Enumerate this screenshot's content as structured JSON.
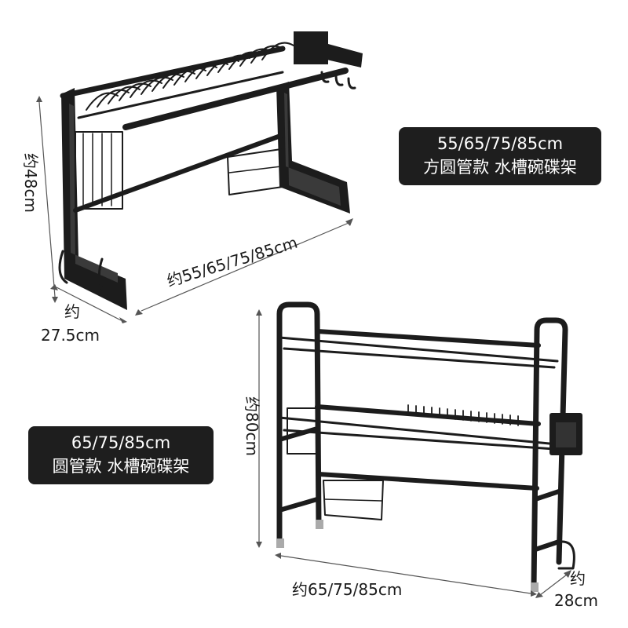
{
  "product_a": {
    "label_line1": "55/65/75/85cm",
    "label_line2": "方圆管款 水槽碗碟架",
    "height": "约48cm",
    "width": "约55/65/75/85cm",
    "depth_prefix": "约",
    "depth_value": "27.5cm"
  },
  "product_b": {
    "label_line1": "65/75/85cm",
    "label_line2": "圆管款 水槽碗碟架",
    "height": "约80cm",
    "width": "约65/75/85cm",
    "depth_prefix": "约",
    "depth_value": "28cm"
  },
  "colors": {
    "rack": "#1c1c1c",
    "label_bg": "#1e1e1e",
    "label_text": "#ffffff"
  }
}
